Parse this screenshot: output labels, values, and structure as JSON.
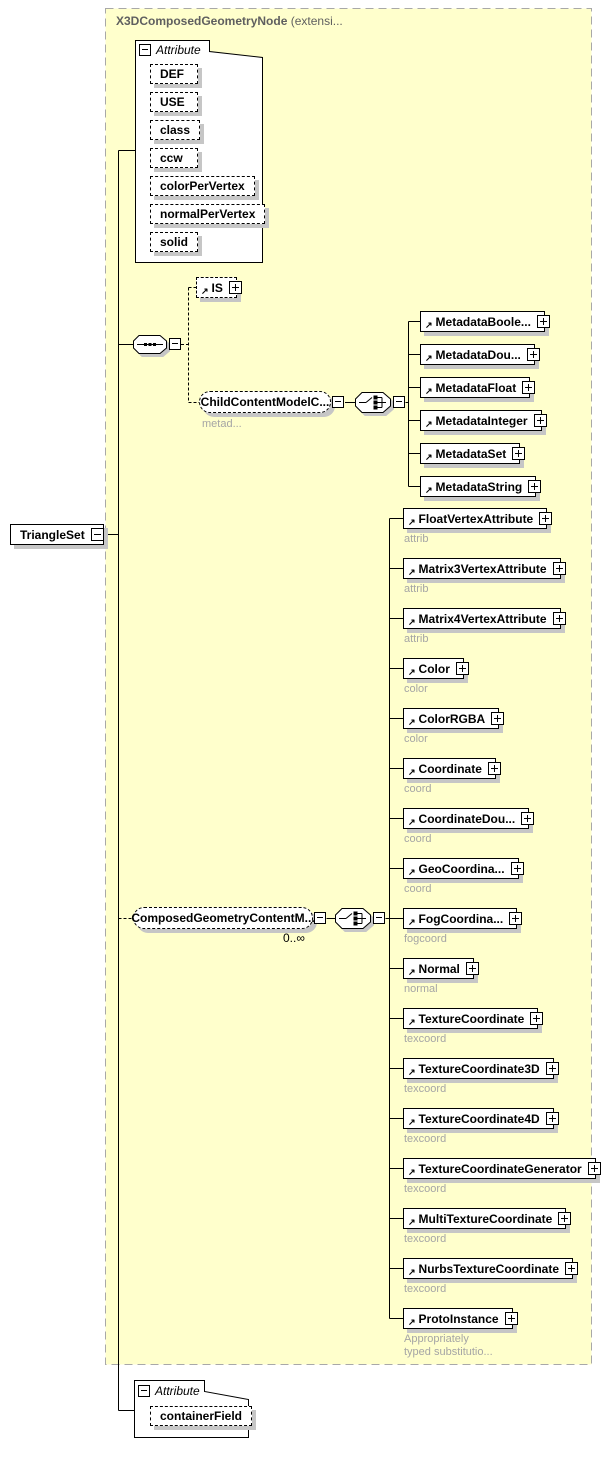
{
  "header": {
    "title": "X3DComposedGeometryNode",
    "note": "(extensi..."
  },
  "root": {
    "name": "TriangleSet"
  },
  "attributes_top": {
    "label": "Attribute",
    "items": [
      "DEF",
      "USE",
      "class",
      "ccw",
      "colorPerVertex",
      "normalPerVertex",
      "solid"
    ]
  },
  "sequence": {
    "is": {
      "name": "IS"
    },
    "metadata_group": {
      "name": "ChildContentModelC...",
      "subtitle": "metad...",
      "items": [
        "MetadataBoole...",
        "MetadataDou...",
        "MetadataFloat",
        "MetadataInteger",
        "MetadataSet",
        "MetadataString"
      ]
    }
  },
  "content_group": {
    "name": "ComposedGeometryContentM...",
    "occurrence": "0..∞",
    "items": [
      {
        "name": "FloatVertexAttribute",
        "note": "attrib"
      },
      {
        "name": "Matrix3VertexAttribute",
        "note": "attrib"
      },
      {
        "name": "Matrix4VertexAttribute",
        "note": "attrib"
      },
      {
        "name": "Color",
        "note": "color"
      },
      {
        "name": "ColorRGBA",
        "note": "color"
      },
      {
        "name": "Coordinate",
        "note": "coord"
      },
      {
        "name": "CoordinateDou...",
        "note": "coord"
      },
      {
        "name": "GeoCoordina...",
        "note": "coord"
      },
      {
        "name": "FogCoordina...",
        "note": "fogcoord"
      },
      {
        "name": "Normal",
        "note": "normal"
      },
      {
        "name": "TextureCoordinate",
        "note": "texcoord"
      },
      {
        "name": "TextureCoordinate3D",
        "note": "texcoord"
      },
      {
        "name": "TextureCoordinate4D",
        "note": "texcoord"
      },
      {
        "name": "TextureCoordinateGenerator",
        "note": "texcoord"
      },
      {
        "name": "MultiTextureCoordinate",
        "note": "texcoord"
      },
      {
        "name": "NurbsTextureCoordinate",
        "note": "texcoord"
      },
      {
        "name": "ProtoInstance",
        "note": "Appropriately\ntyped substitutio..."
      }
    ]
  },
  "attributes_bottom": {
    "label": "Attribute",
    "items": [
      "containerField"
    ]
  },
  "colors": {
    "container_fill": "#ffffcc",
    "container_border": "#a8a8a8",
    "shadow": "#c6c6c6",
    "muted_text": "#a5a5a5",
    "title_text": "#5f5f5f"
  }
}
